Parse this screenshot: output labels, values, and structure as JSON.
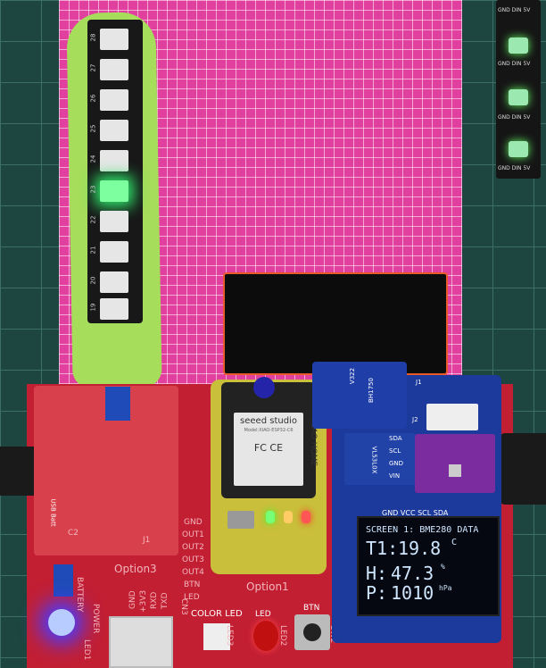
{
  "oled": {
    "title": "SCREEN 1: BME280 DATA",
    "temp_label": "T1:",
    "temp_value": "19.8",
    "temp_unit": "C",
    "hum_label": "H:",
    "hum_value": "47.3",
    "hum_unit": "%",
    "pres_label": "P:",
    "pres_value": "1010",
    "pres_unit": "hPa",
    "header_pins": "GND VCC SCL SDA"
  },
  "xiao": {
    "brand": "seeed studio",
    "model": "Model:XIAO-ESP32-C6",
    "marks": "FC  CE"
  },
  "bh1750": {
    "name": "BH1750",
    "pin": "V322",
    "j1": "J1",
    "j2": "J2"
  },
  "vl53": {
    "name": "VL53L0X",
    "pins": [
      "SDA",
      "SCL",
      "GND",
      "VIN"
    ]
  },
  "board": {
    "option3": "Option3",
    "option1": "Option1",
    "out_pins": [
      "GND",
      "OUT1",
      "OUT2",
      "OUT3",
      "OUT4",
      "BTN",
      "LED"
    ],
    "battery": "BATTERY",
    "power": "POWER",
    "led1": "LED1",
    "cn3_pins": [
      "GND",
      "+3V3",
      "RXD",
      "TXD"
    ],
    "cn3": "CN3",
    "color_led": "COLOR LED",
    "led3": "LED3",
    "led": "LED",
    "led2": "LED2",
    "btn": "BTN",
    "sw2": "SW2",
    "usb_batt": "USB Batt",
    "c2": "C2",
    "j1": "J1",
    "xiao_label": "XIAO HOME"
  },
  "stick_numbers": [
    "28",
    "27",
    "26",
    "25",
    "24",
    "23",
    "22",
    "21",
    "20",
    "19"
  ],
  "strip_labels": [
    "GND DIN 5V",
    "GND DIN 5V",
    "GND DIN 5V",
    "GND DIN 5V"
  ],
  "colors": {
    "mat": "#e2409f",
    "pcb_red": "#c21f33",
    "oled_text": "#cfe6ff",
    "lit_led": "#35e86b"
  }
}
